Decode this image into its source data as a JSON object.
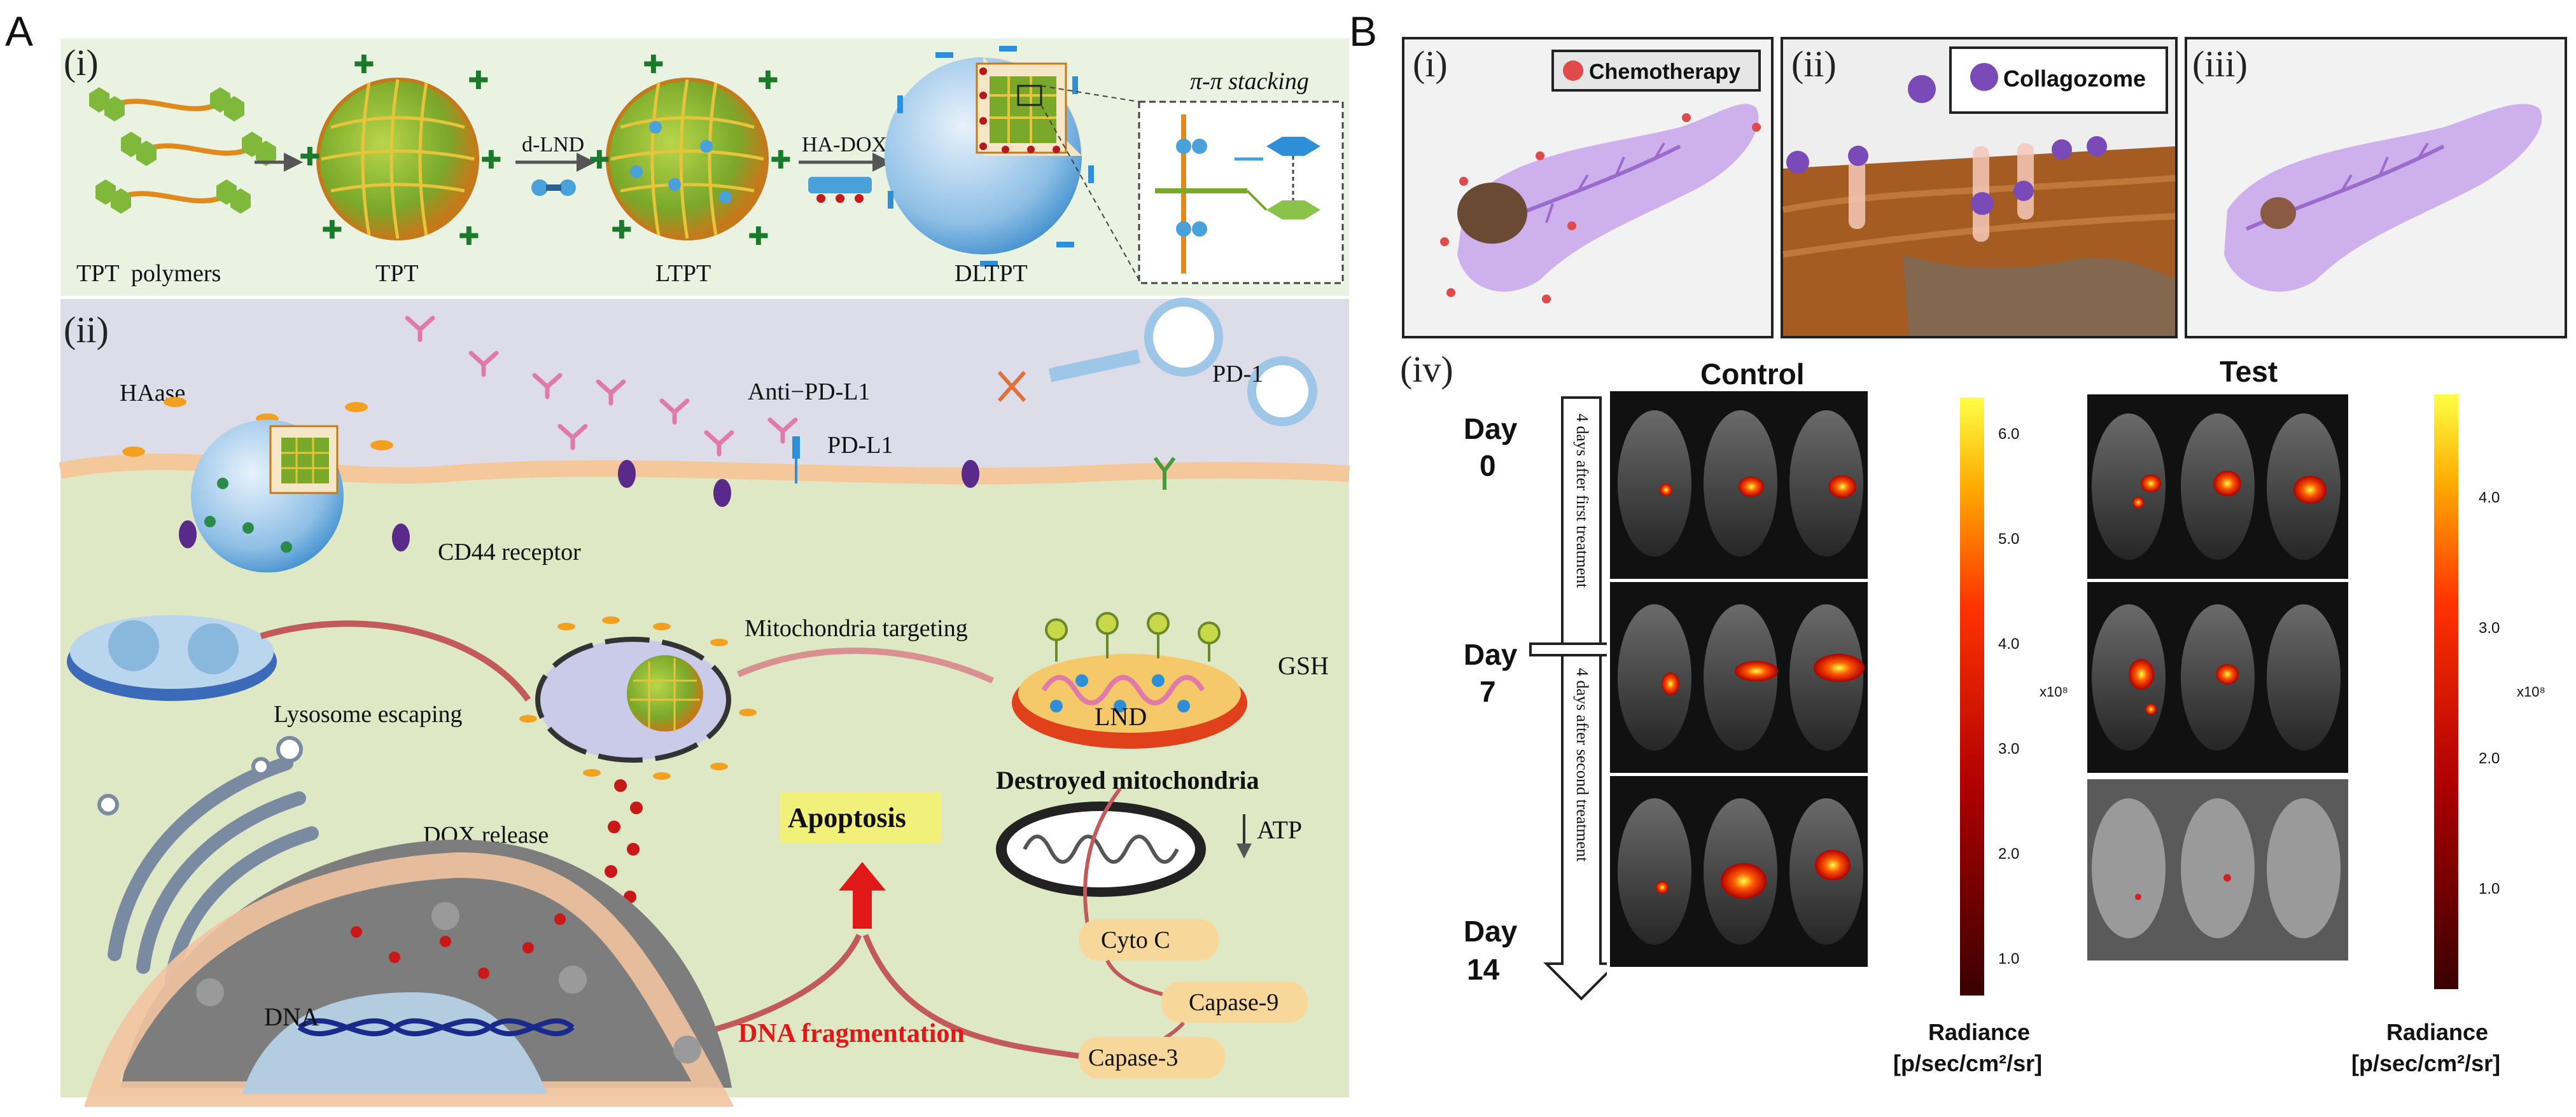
{
  "panel_a": {
    "letter": "A",
    "section_i": {
      "label": "(i)",
      "tpt_polymers": "TPT  polymers",
      "tpt": "TPT",
      "ltpt": "LTPT",
      "dltpt": "DLTPT",
      "d_lnd": "d-LND",
      "ha_dox": "HA-DOX",
      "pi_stacking": "π-π stacking"
    },
    "section_ii": {
      "label": "(ii)",
      "haase": "HAase",
      "anti_pd_l1": "Anti−PD-L1",
      "pd_l1": "PD-L1",
      "pd_1": "PD-1",
      "cd44": "CD44 receptor",
      "lysosome": "Lysosome escaping",
      "mito_targeting": "Mitochondria targeting",
      "lnd": "LND",
      "gsh": "GSH",
      "destroyed_mito": "Destroyed mitochondria",
      "atp": "ATP",
      "dox_release": "DOX release",
      "apoptosis": "Apoptosis",
      "cyto_c": "Cyto C",
      "capase_9": "Capase-9",
      "capase_3": "Capase-3",
      "dna": "DNA",
      "dna_frag": "DNA fragmentation"
    }
  },
  "panel_b": {
    "letter": "B",
    "sub_i": "(i)",
    "sub_ii": "(ii)",
    "sub_iii": "(iii)",
    "sub_iv": "(iv)",
    "chemo_label": "Chemotherapy",
    "collagozome_label": "Collagozome",
    "control_title": "Control",
    "test_title": "Test",
    "days": [
      {
        "word": "Day",
        "num": "0"
      },
      {
        "word": "Day",
        "num": "7"
      },
      {
        "word": "Day",
        "num": "14"
      }
    ],
    "arrow_text_1": "4 days after first treatment",
    "arrow_text_2": "4 days after second treatment",
    "control_scale": {
      "ticks": [
        "6.0",
        "5.0",
        "4.0",
        "3.0",
        "2.0",
        "1.0"
      ],
      "exp": "x10⁸"
    },
    "test_scale": {
      "ticks": [
        "4.0",
        "3.0",
        "2.0",
        "1.0"
      ],
      "exp": "x10⁸"
    },
    "radiance_label": "Radiance",
    "radiance_unit": "[p/sec/cm²/sr]",
    "colors": {
      "bg_top": "#dcdde9",
      "bg_cell": "#dfe8c4",
      "signal_red": "#e31a1c",
      "signal_yellow": "#ffff33"
    }
  }
}
